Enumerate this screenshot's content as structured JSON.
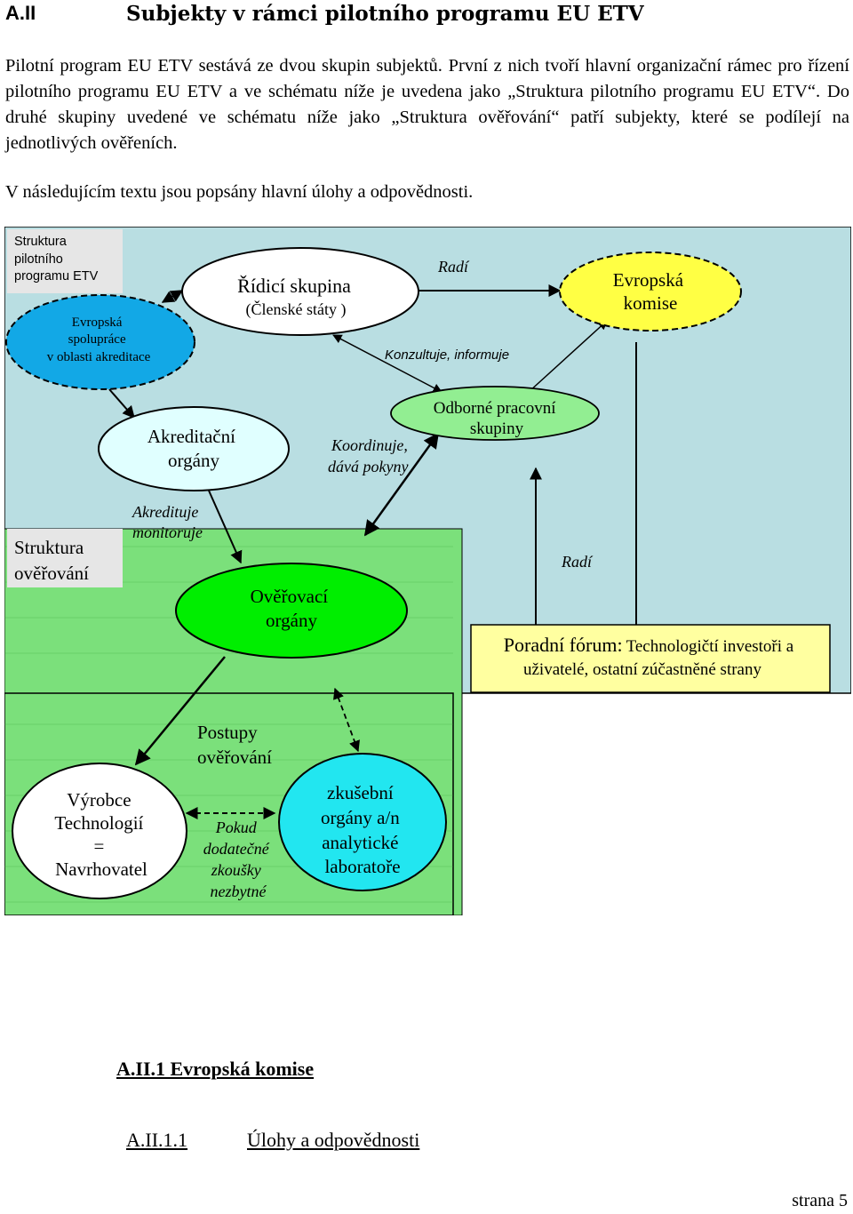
{
  "heading": {
    "number": "A.II",
    "title": "Subjekty v rámci pilotního programu EU ETV"
  },
  "paragraph1": "Pilotní program EU ETV sestává ze dvou skupin subjektů. První z nich tvoří hlavní organizační rámec pro řízení pilotního programu EU ETV a ve schématu níže je uvedena jako „Struktura pilotního programu EU ETV“. Do druhé skupiny uvedené ve schématu níže jako „Struktura ověřování“ patří subjekty, které se podílejí na jednotlivých ověřeních.",
  "paragraph2": "V následujícím textu jsou popsány hlavní úlohy a odpovědnosti.",
  "diagram": {
    "label_structure_program": [
      "Struktura",
      "pilotního",
      "programu ETV"
    ],
    "label_structure_verification": [
      "Struktura",
      "ověřování"
    ],
    "node_eu_cooperation": [
      "Evropská",
      "spolupráce",
      "v oblasti akreditace"
    ],
    "node_steering_group": [
      "Řídicí skupina",
      "(Členské státy )"
    ],
    "node_commission": [
      "Evropská",
      "komise"
    ],
    "node_accreditation": [
      "Akreditační",
      "orgány"
    ],
    "node_working_groups": [
      "Odborné pracovní",
      "skupiny"
    ],
    "node_verification_bodies": [
      "Ověřovací",
      "orgány"
    ],
    "node_forum_title": "Poradní fórum:",
    "node_forum_text": [
      "Technologičtí investoři a",
      "uživatelé, ostatní zúčastněné strany"
    ],
    "node_producer": [
      "Výrobce",
      "Technologií",
      "=",
      "Navrhovatel"
    ],
    "node_labs": [
      "zkušební",
      "orgány a/n",
      "analytické",
      "laboratoře"
    ],
    "label_advises_top": "Radí",
    "label_consults": "Konzultuje, informuje",
    "label_coordinates": [
      "Koordinuje,",
      "dává pokyny"
    ],
    "label_accredits": [
      "Akredituje",
      "monitoruje"
    ],
    "label_advises_right": "Radí",
    "label_procedures": [
      "Postupy",
      "ověřování"
    ],
    "label_if_tests": [
      "Pokud",
      "dodatečné",
      "zkoušky",
      "nezbytné"
    ]
  },
  "section1": "A.II.1  Evropská komise",
  "section2_num": "A.II.1.1",
  "section2_title": "Úlohy a odpovědnosti",
  "page_number": "strana 5",
  "colors": {
    "light_blue_bg": "#b9dee2",
    "green_bg": "#7be07b",
    "green_node": "#00ee00",
    "blue_node": "#12a8e6",
    "cyan_node": "#22e6f0",
    "yellow_node": "#ffff44",
    "forum_bg": "#ffffa0",
    "light_cyan_node": "#e0ffff"
  }
}
